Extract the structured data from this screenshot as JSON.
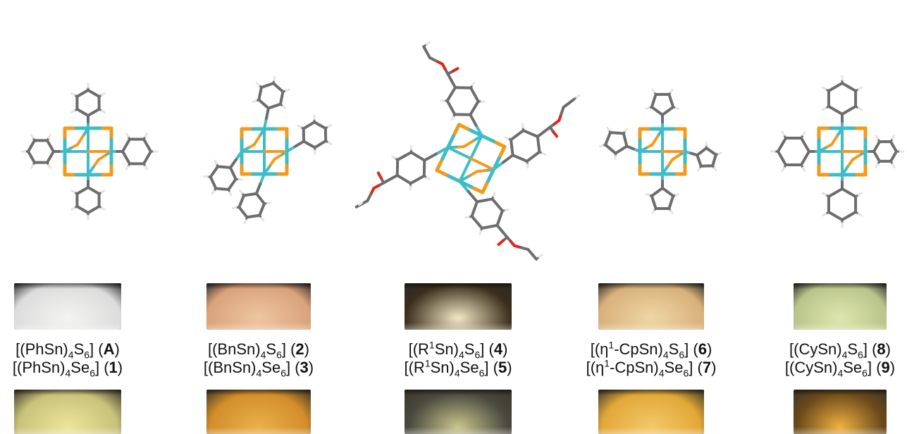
{
  "colors": {
    "carbon": "#6d6d6d",
    "hydrogen": "#e4e4e4",
    "tin": "#3fbcc8",
    "sulfur": "#f29a1c",
    "oxygen": "#e0241b"
  },
  "compounds": [
    {
      "id": "col-ph",
      "pre1": "[(PhSn)",
      "n1a": "4",
      "mid1": "S",
      "n1b": "6",
      "post1": "] (",
      "num1": "A",
      "end1": ")",
      "pre2": "[(PhSn)",
      "n2a": "4",
      "mid2": "Se",
      "n2b": "6",
      "post2": "] (",
      "num2": "1",
      "end2": ")",
      "photo_top": "#dcdcdc",
      "photo_top_light": "#f4f4f2",
      "photo_bottom": "#c9c27a",
      "photo_bottom_light": "#ece59a"
    },
    {
      "id": "col-bn",
      "pre1": "[(BnSn)",
      "n1a": "4",
      "mid1": "S",
      "n1b": "6",
      "post1": "] (",
      "num1": "2",
      "end1": ")",
      "pre2": "[(BnSn)",
      "n2a": "4",
      "mid2": "Se",
      "n2b": "6",
      "post2": "] (",
      "num2": "3",
      "end2": ")",
      "photo_top": "#d9a27a",
      "photo_top_light": "#eec6a0",
      "photo_bottom": "#d38e2a",
      "photo_bottom_light": "#eab04a"
    },
    {
      "id": "col-r1",
      "pre1": "[(R",
      "sup1": "1",
      "mid1a": "Sn)",
      "n1a": "4",
      "mid1": "S",
      "n1b": "6",
      "post1": "] (",
      "num1": "4",
      "end1": ")",
      "pre2": "[(R",
      "sup2": "1",
      "mid2a": "Sn)",
      "n2a": "4",
      "mid2": "Se",
      "n2b": "6",
      "post2": "] (",
      "num2": "5",
      "end2": ")",
      "photo_top": "#3a2d1a",
      "photo_top_light": "#f3e8c6",
      "photo_bottom": "#4a4a40",
      "photo_bottom_light": "#c9c58a"
    },
    {
      "id": "col-cp",
      "pre1": "[(η",
      "sup1": "1",
      "mid1a": "-CpSn)",
      "n1a": "4",
      "mid1": "S",
      "n1b": "6",
      "post1": "] (",
      "num1": "6",
      "end1": ")",
      "pre2": "[(η",
      "sup2": "1",
      "mid2a": "-CpSn)",
      "n2a": "4",
      "mid2": "Se",
      "n2b": "6",
      "post2": "] (",
      "num2": "7",
      "end2": ")",
      "photo_top": "#d8b07a",
      "photo_top_light": "#efd7a6",
      "photo_bottom": "#e2a838",
      "photo_bottom_light": "#f3c86a"
    },
    {
      "id": "col-cy",
      "pre1": "[(CySn)",
      "n1a": "4",
      "mid1": "S",
      "n1b": "6",
      "post1": "] (",
      "num1": "8",
      "end1": ")",
      "pre2": "[(CySn)",
      "n2a": "4",
      "mid2": "Se",
      "n2b": "6",
      "post2": "] (",
      "num2": "9",
      "end2": ")",
      "photo_top": "#b9c48a",
      "photo_top_light": "#dde6ae",
      "photo_bottom": "#6b4a1a",
      "photo_bottom_light": "#f0b040"
    }
  ]
}
